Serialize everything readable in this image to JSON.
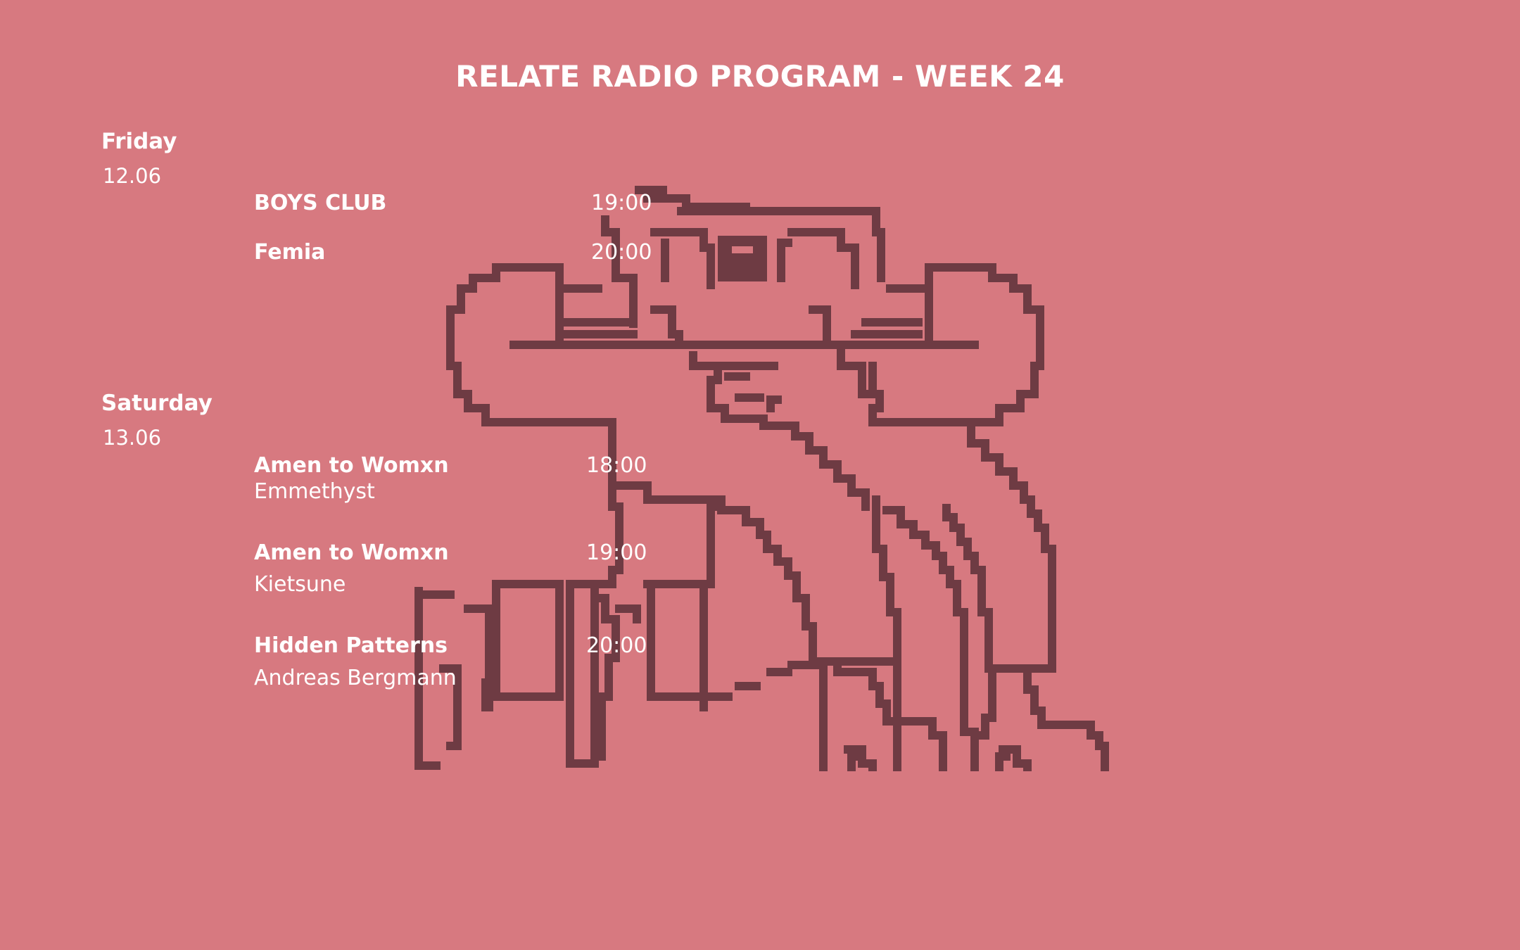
{
  "program": {
    "title": "RELATE RADIO PROGRAM - WEEK 24",
    "days": [
      {
        "day": "Friday",
        "date": "12.06",
        "shows": [
          {
            "title": "BOYS CLUB",
            "host": "",
            "time": "19:00"
          },
          {
            "title": "Femia",
            "host": "",
            "time": "20:00"
          }
        ]
      },
      {
        "day": "Saturday",
        "date": "13.06",
        "shows": [
          {
            "title": "Amen to Womxn",
            "host": "Emmethyst",
            "time": "18:00"
          },
          {
            "title": "Amen to Womxn",
            "host": "Kietsune",
            "time": "19:00"
          },
          {
            "title": "Hidden Patterns",
            "host": "Andreas Bergmann",
            "time": "20:00"
          }
        ]
      }
    ]
  },
  "theme": {
    "background": "#d77980",
    "text": "#ffffff",
    "illustration": "#6e3b43"
  },
  "illustration": {
    "icon": "pixel-mascot-headphones-icon"
  }
}
